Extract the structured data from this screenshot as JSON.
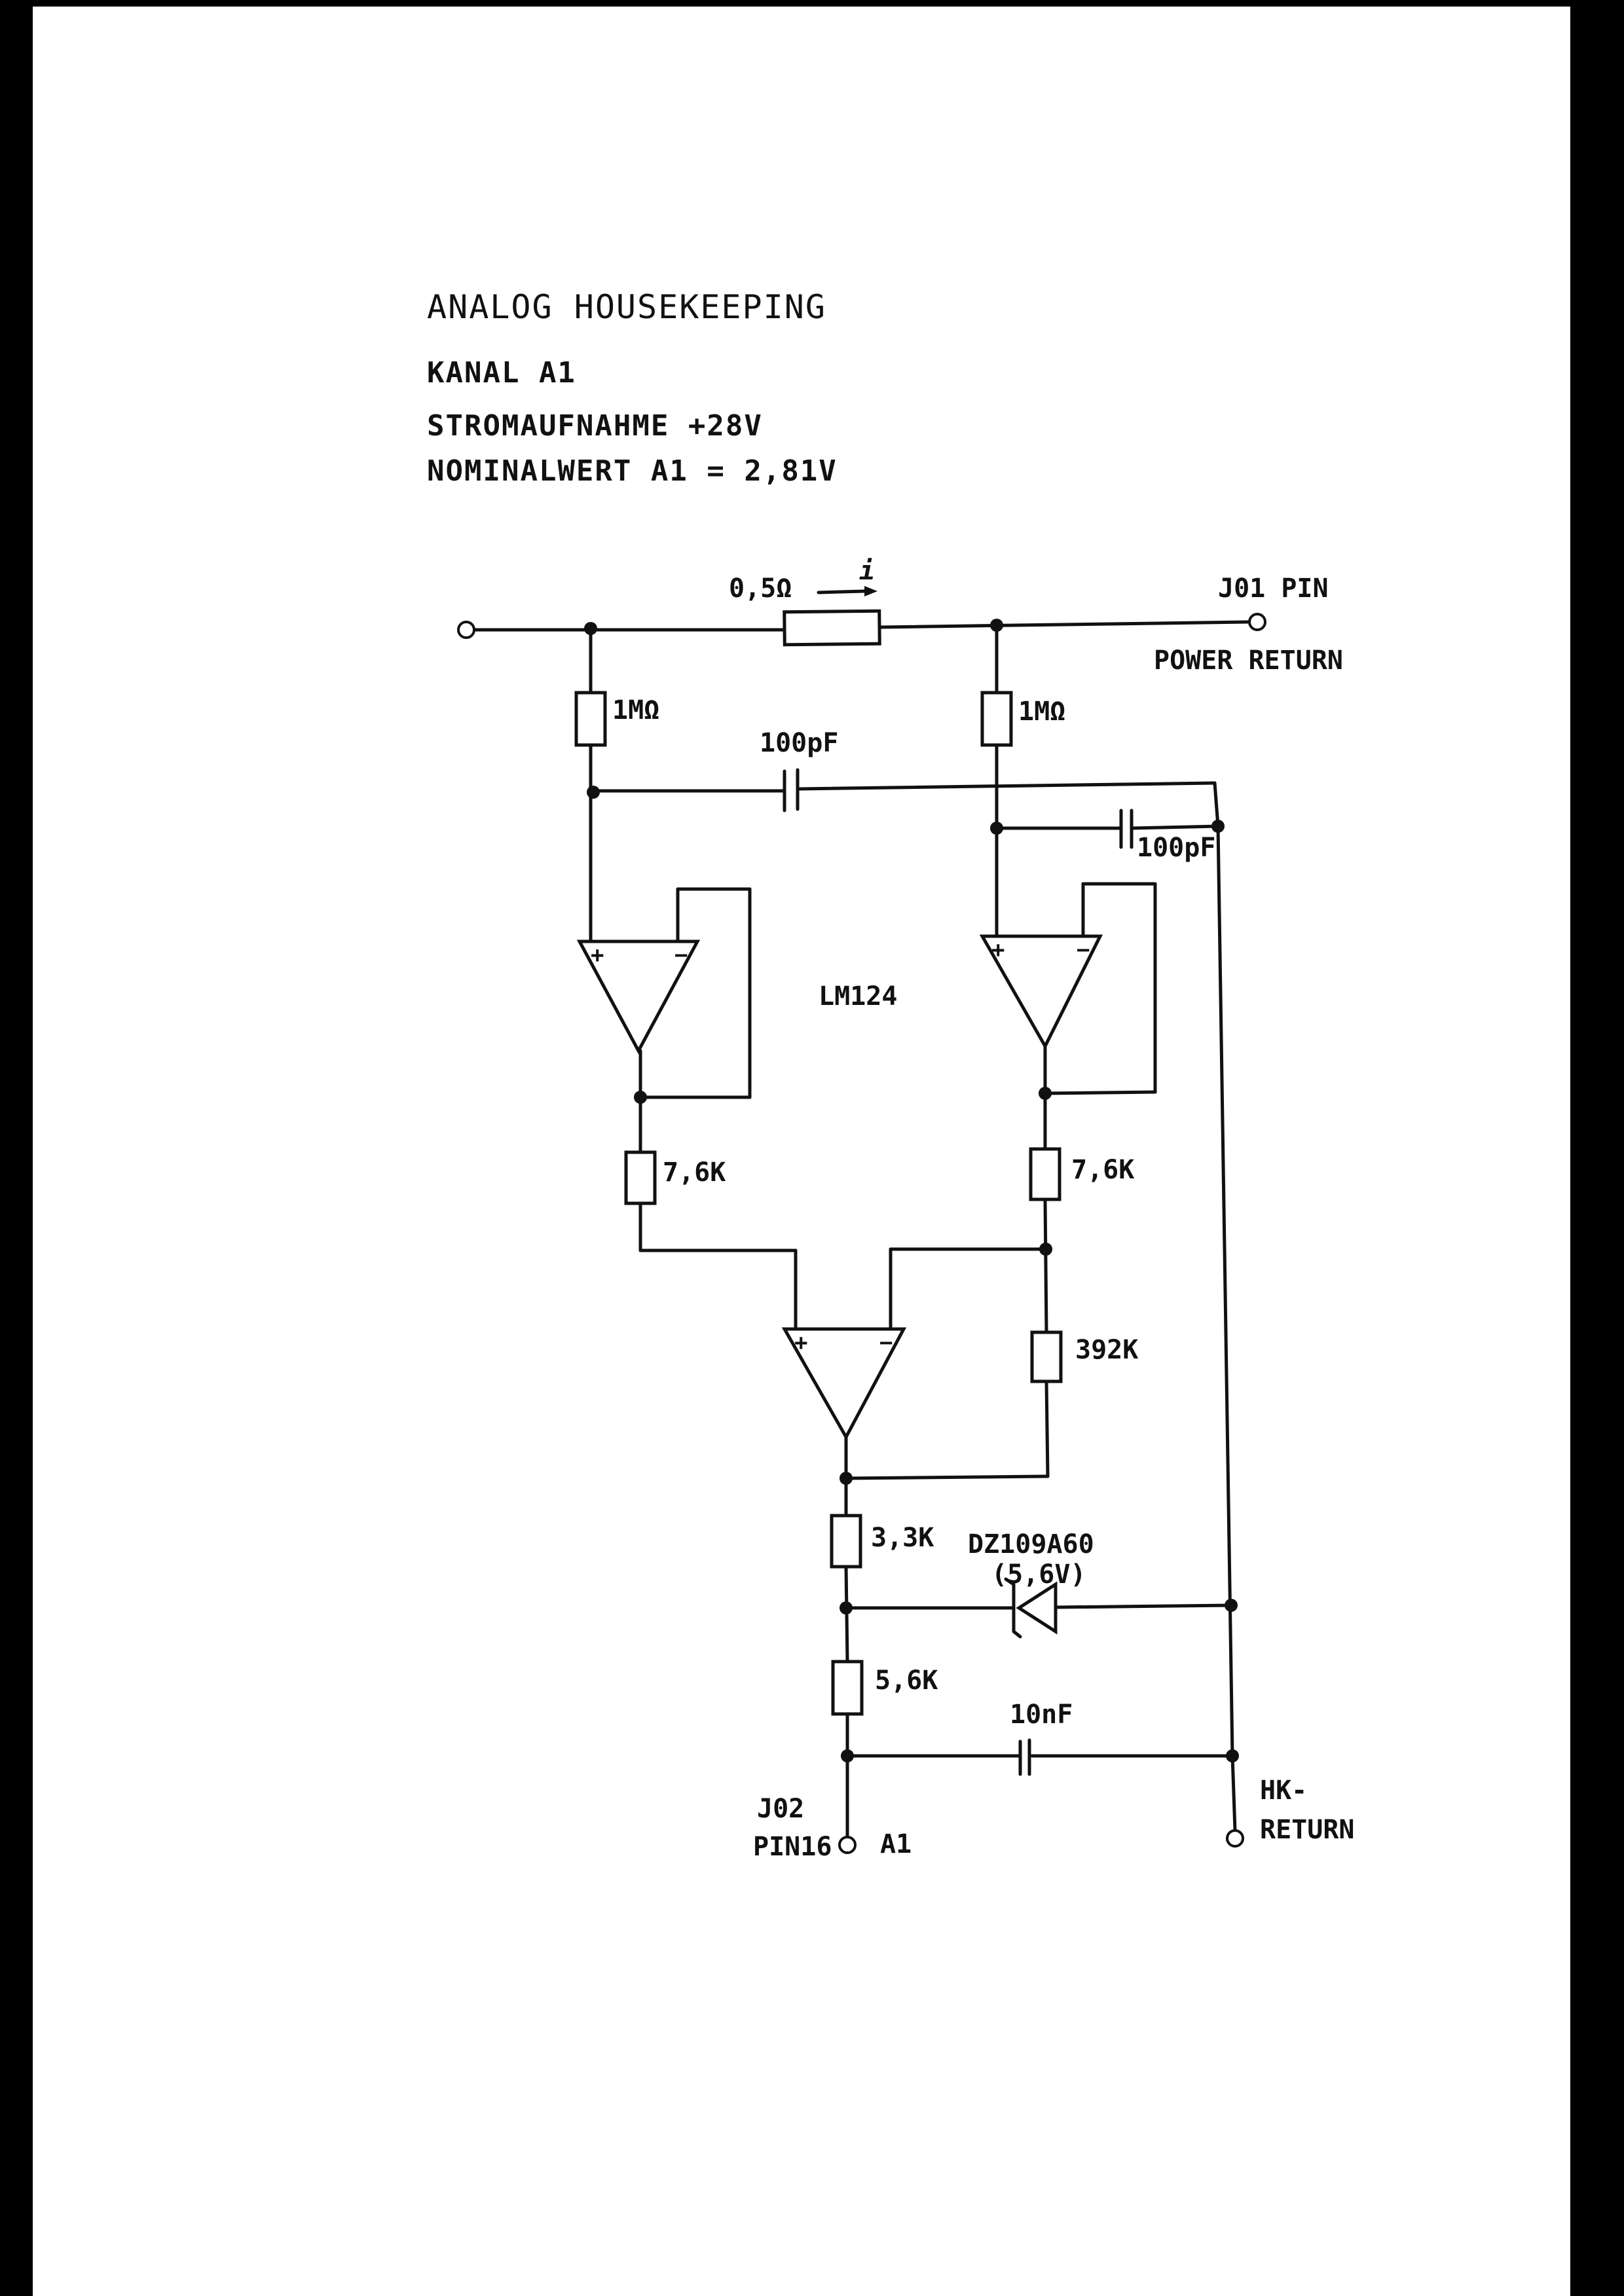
{
  "heading": {
    "title": "ANALOG HOUSEKEEPING",
    "channel": "KANAL A1",
    "measurement": "STROMAUFNAHME +28V",
    "nominal": "NOMINALWERT A1 = 2,81V"
  },
  "components": {
    "shunt": "0,5Ω",
    "current_arrow": "i",
    "r_in_left": "1MΩ",
    "r_in_right": "1MΩ",
    "c_top": "100pF",
    "c_right": "100pF",
    "opamp": "LM124",
    "r_buf_left": "7,6K",
    "r_buf_right": "7,6K",
    "r_feedback": "392K",
    "r_out_upper": "3,3K",
    "zener_type": "DZ109A60",
    "zener_voltage": "(5,6V)",
    "r_out_lower": "5,6K",
    "c_out": "10nF"
  },
  "terminals": {
    "j01_pin": "J01 PIN",
    "power_return": "POWER RETURN",
    "j02": "J02",
    "pin16": "PIN16",
    "a1": "A1",
    "hk": "HK-",
    "return": "RETURN"
  }
}
